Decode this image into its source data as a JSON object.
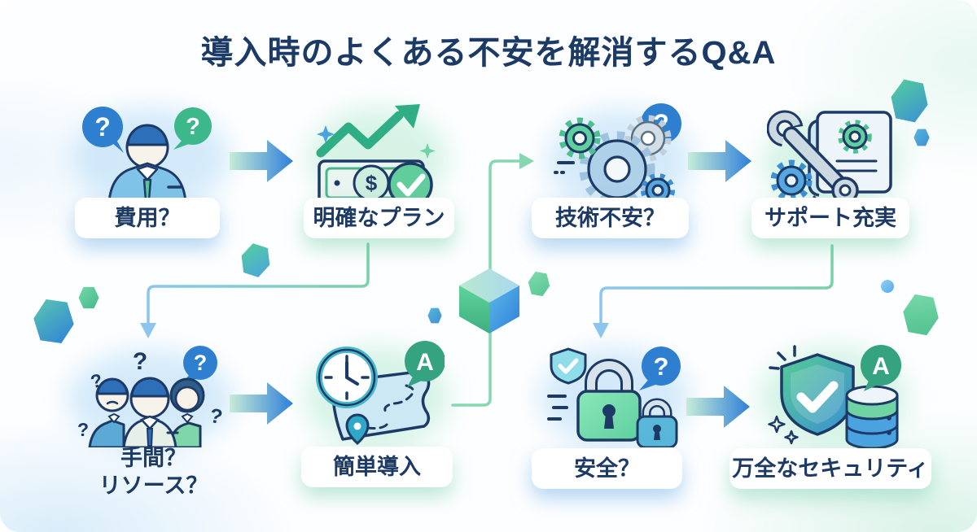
{
  "title": "導入時のよくある不安を解消するQ&A",
  "sym": {
    "q": "?",
    "a": "A",
    "dollar": "$"
  },
  "qa": {
    "pair1": {
      "question": "費用？",
      "answer": "明確なプラン"
    },
    "pair2": {
      "question": "技術不安？",
      "answer": "サポート充実"
    },
    "pair3": {
      "question_line1": "手間？",
      "question_line2": "リソース？",
      "answer": "簡単導入"
    },
    "pair4": {
      "question": "安全？",
      "answer": "万全なセキュリティ"
    }
  },
  "icons": {
    "pair1_question": "person-question-icon",
    "pair1_answer": "money-growth-check-icon",
    "pair2_question": "gears-question-icon",
    "pair2_answer": "wrench-manual-icon",
    "pair3_question": "team-question-icon",
    "pair3_answer": "clock-roadmap-icon",
    "pair4_question": "padlock-question-icon",
    "pair4_answer": "shield-database-icon"
  },
  "colors": {
    "title_text": "#1b3a66",
    "label_text": "#1c3a63",
    "accent_blue": "#2f7fd0",
    "accent_green": "#3cb88a",
    "arrow_gradient_start": "#c6ecd8",
    "arrow_gradient_end": "#2e7fd9",
    "icon_outline": "#1d3a66"
  }
}
